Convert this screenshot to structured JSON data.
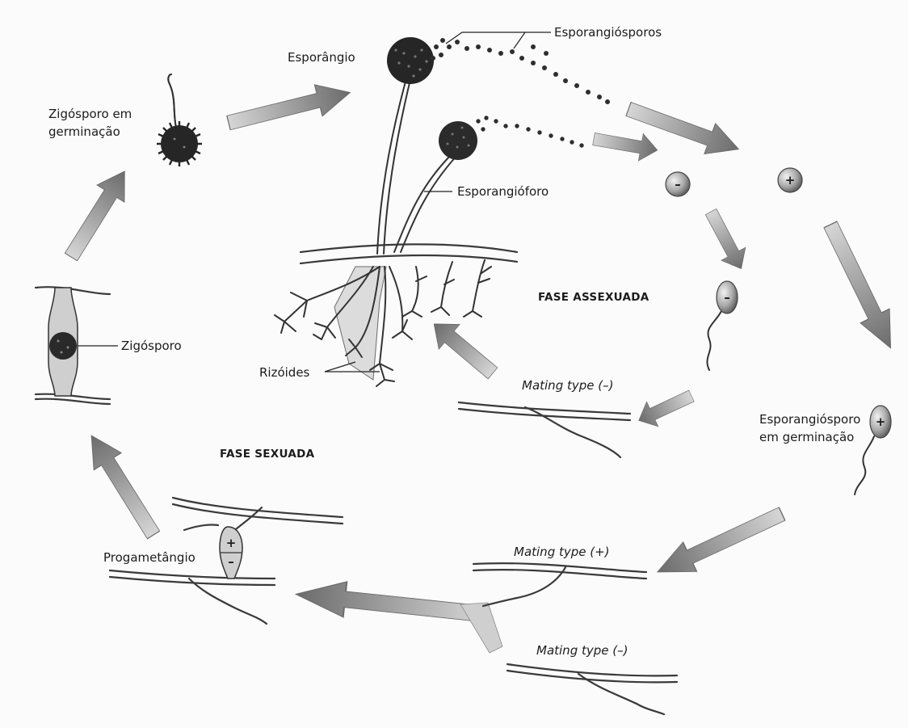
{
  "labels": {
    "esporangiosporos": "Esporangiósporos",
    "esporangio": "Esporângio",
    "zigosporo_germinacao_l1": "Zigósporo em",
    "zigosporo_germinacao_l2": "germinação",
    "esporangioforo": "Esporangióforo",
    "fase_assexuada": "FASE ASSEXUADA",
    "zigosporo": "Zigósporo",
    "rizoides": "Rizóides",
    "mating_type_minus_top": "Mating type (–)",
    "esporangiosporo_germinacao_l1": "Esporangiósporo",
    "esporangiosporo_germinacao_l2": "em germinação",
    "fase_sexuada": "FASE SEXUADA",
    "progametangio": "Progametângio",
    "mating_type_plus": "Mating type (+)",
    "mating_type_minus_bottom": "Mating type (–)"
  },
  "signs": {
    "minus": "–",
    "plus": "+"
  },
  "colors": {
    "arrow_dark": "#6b6b6b",
    "arrow_light": "#cfcfcf",
    "sporangium": "#2a2a2a",
    "spore_ball": "#a9a9a9"
  }
}
